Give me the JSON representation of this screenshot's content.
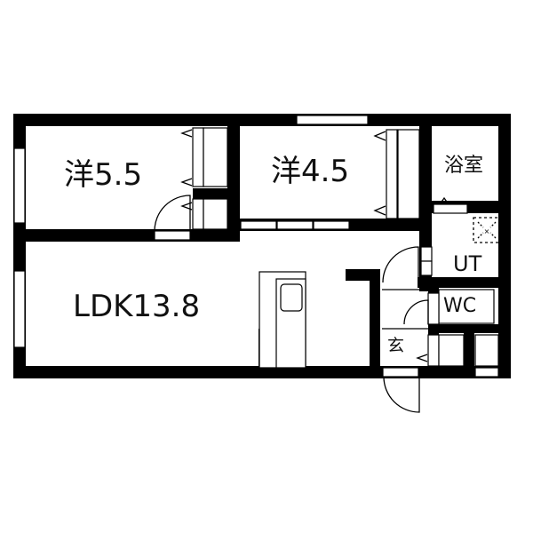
{
  "floor_plan": {
    "rooms": [
      {
        "id": "western-room-1",
        "label": "洋5.5"
      },
      {
        "id": "western-room-2",
        "label": "洋4.5"
      },
      {
        "id": "bathroom",
        "label": "浴室"
      },
      {
        "id": "utility",
        "label": "UT"
      },
      {
        "id": "ldk",
        "label": "LDK13.8"
      },
      {
        "id": "toilet",
        "label": "WC"
      },
      {
        "id": "entrance",
        "label": "玄"
      }
    ],
    "colors": {
      "wall": "#000000",
      "background": "#ffffff",
      "line": "#000000"
    }
  }
}
